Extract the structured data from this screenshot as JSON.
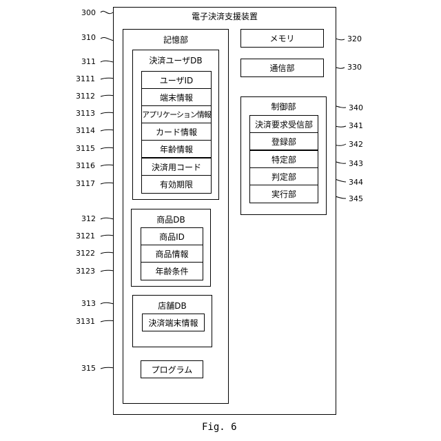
{
  "device": {
    "ref": "300",
    "title": "電子決済支援装置"
  },
  "storage": {
    "ref": "310",
    "title": "記憶部",
    "user_db": {
      "ref": "311",
      "title": "決済ユーザDB",
      "fields": [
        {
          "ref": "3111",
          "label": "ユーザID"
        },
        {
          "ref": "3112",
          "label": "端末情報"
        },
        {
          "ref": "3113",
          "label": "アプリケーション情報"
        },
        {
          "ref": "3114",
          "label": "カード情報"
        },
        {
          "ref": "3115",
          "label": "年齢情報"
        },
        {
          "ref": "3116",
          "label": "決済用コード"
        },
        {
          "ref": "3117",
          "label": "有効期限"
        }
      ]
    },
    "product_db": {
      "ref": "312",
      "title": "商品DB",
      "fields": [
        {
          "ref": "3121",
          "label": "商品ID"
        },
        {
          "ref": "3122",
          "label": "商品情報"
        },
        {
          "ref": "3123",
          "label": "年齢条件"
        }
      ]
    },
    "store_db": {
      "ref": "313",
      "title": "店舗DB",
      "fields": [
        {
          "ref": "3131",
          "label": "決済端末情報"
        }
      ]
    },
    "program": {
      "ref": "315",
      "label": "プログラム"
    }
  },
  "memory": {
    "ref": "320",
    "label": "メモリ"
  },
  "comm": {
    "ref": "330",
    "label": "通信部"
  },
  "control": {
    "ref": "340",
    "title": "制御部",
    "units": [
      {
        "ref": "341",
        "label": "決済要求受信部"
      },
      {
        "ref": "342",
        "label": "登録部"
      },
      {
        "ref": "343",
        "label": "特定部"
      },
      {
        "ref": "344",
        "label": "判定部"
      },
      {
        "ref": "345",
        "label": "実行部"
      }
    ]
  },
  "figure_label": "Fig. 6"
}
